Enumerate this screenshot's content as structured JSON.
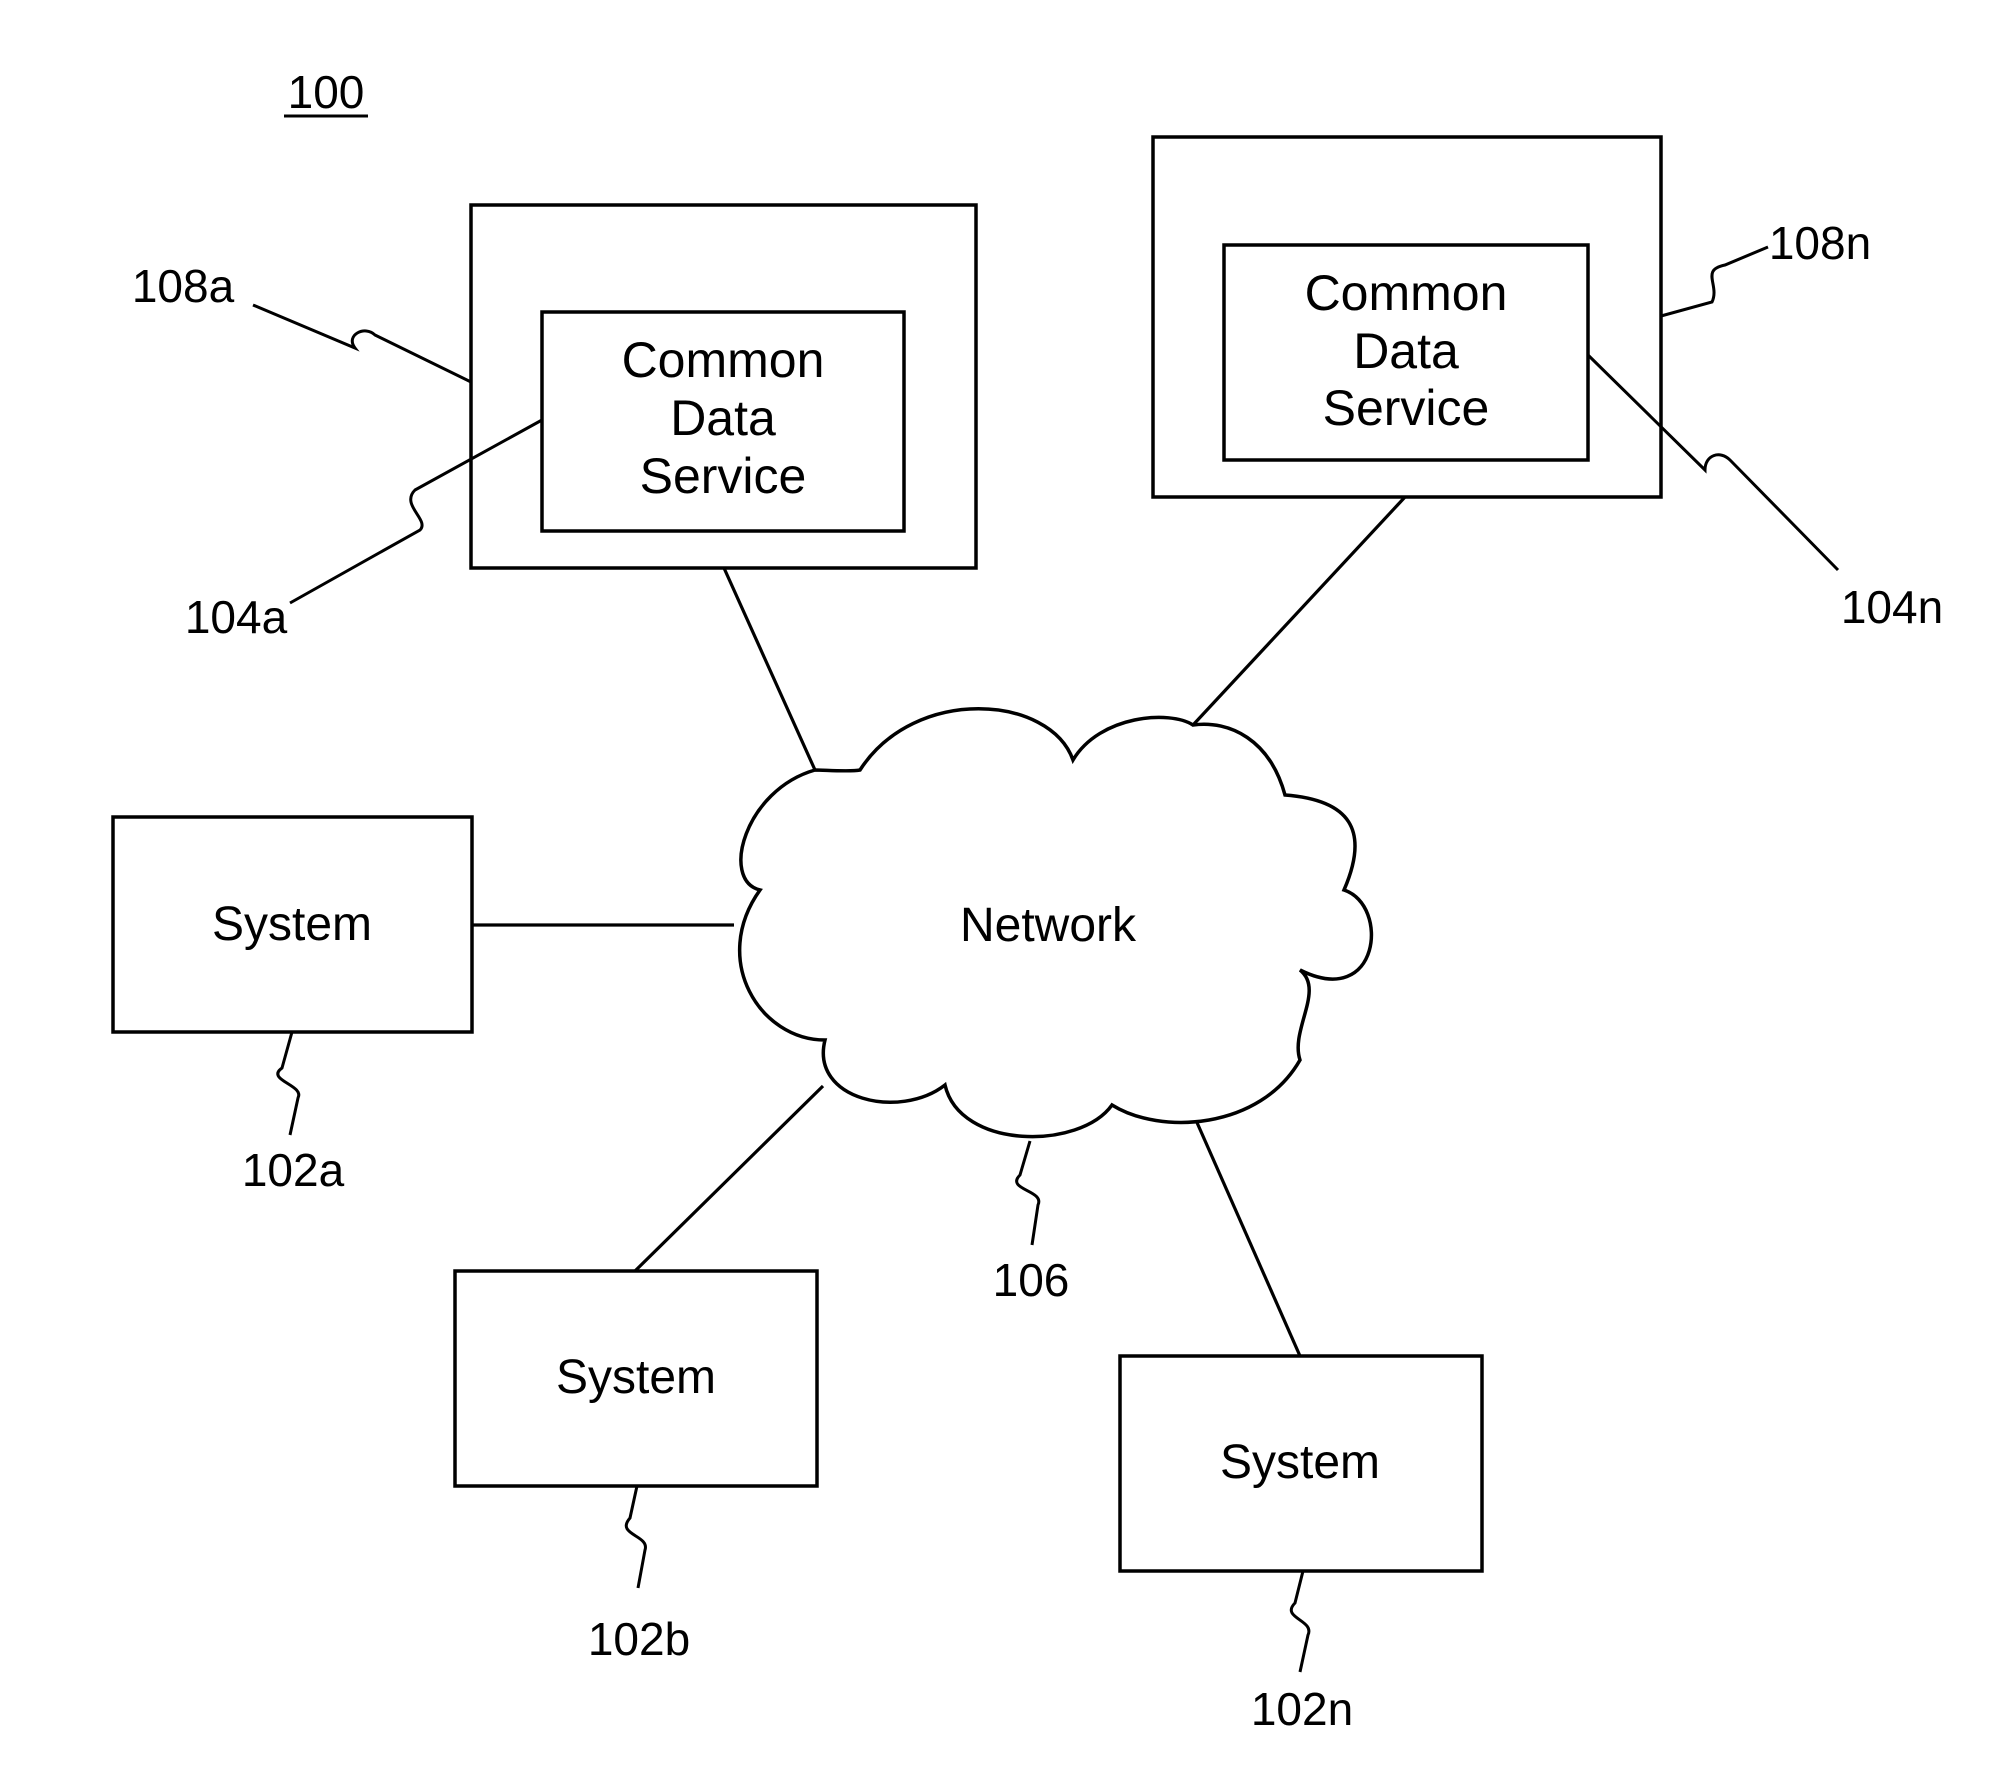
{
  "figure_number": "100",
  "nodes": {
    "service_host_a": {
      "ref": "108a"
    },
    "service_a": {
      "lines": [
        "Common",
        "Data",
        "Service"
      ],
      "ref": "104a"
    },
    "service_host_n": {
      "ref": "108n"
    },
    "service_n": {
      "lines": [
        "Common",
        "Data",
        "Service"
      ],
      "ref": "104n"
    },
    "network": {
      "label": "Network",
      "ref": "106"
    },
    "system_a": {
      "label": "System",
      "ref": "102a"
    },
    "system_b": {
      "label": "System",
      "ref": "102b"
    },
    "system_n": {
      "label": "System",
      "ref": "102n"
    }
  }
}
